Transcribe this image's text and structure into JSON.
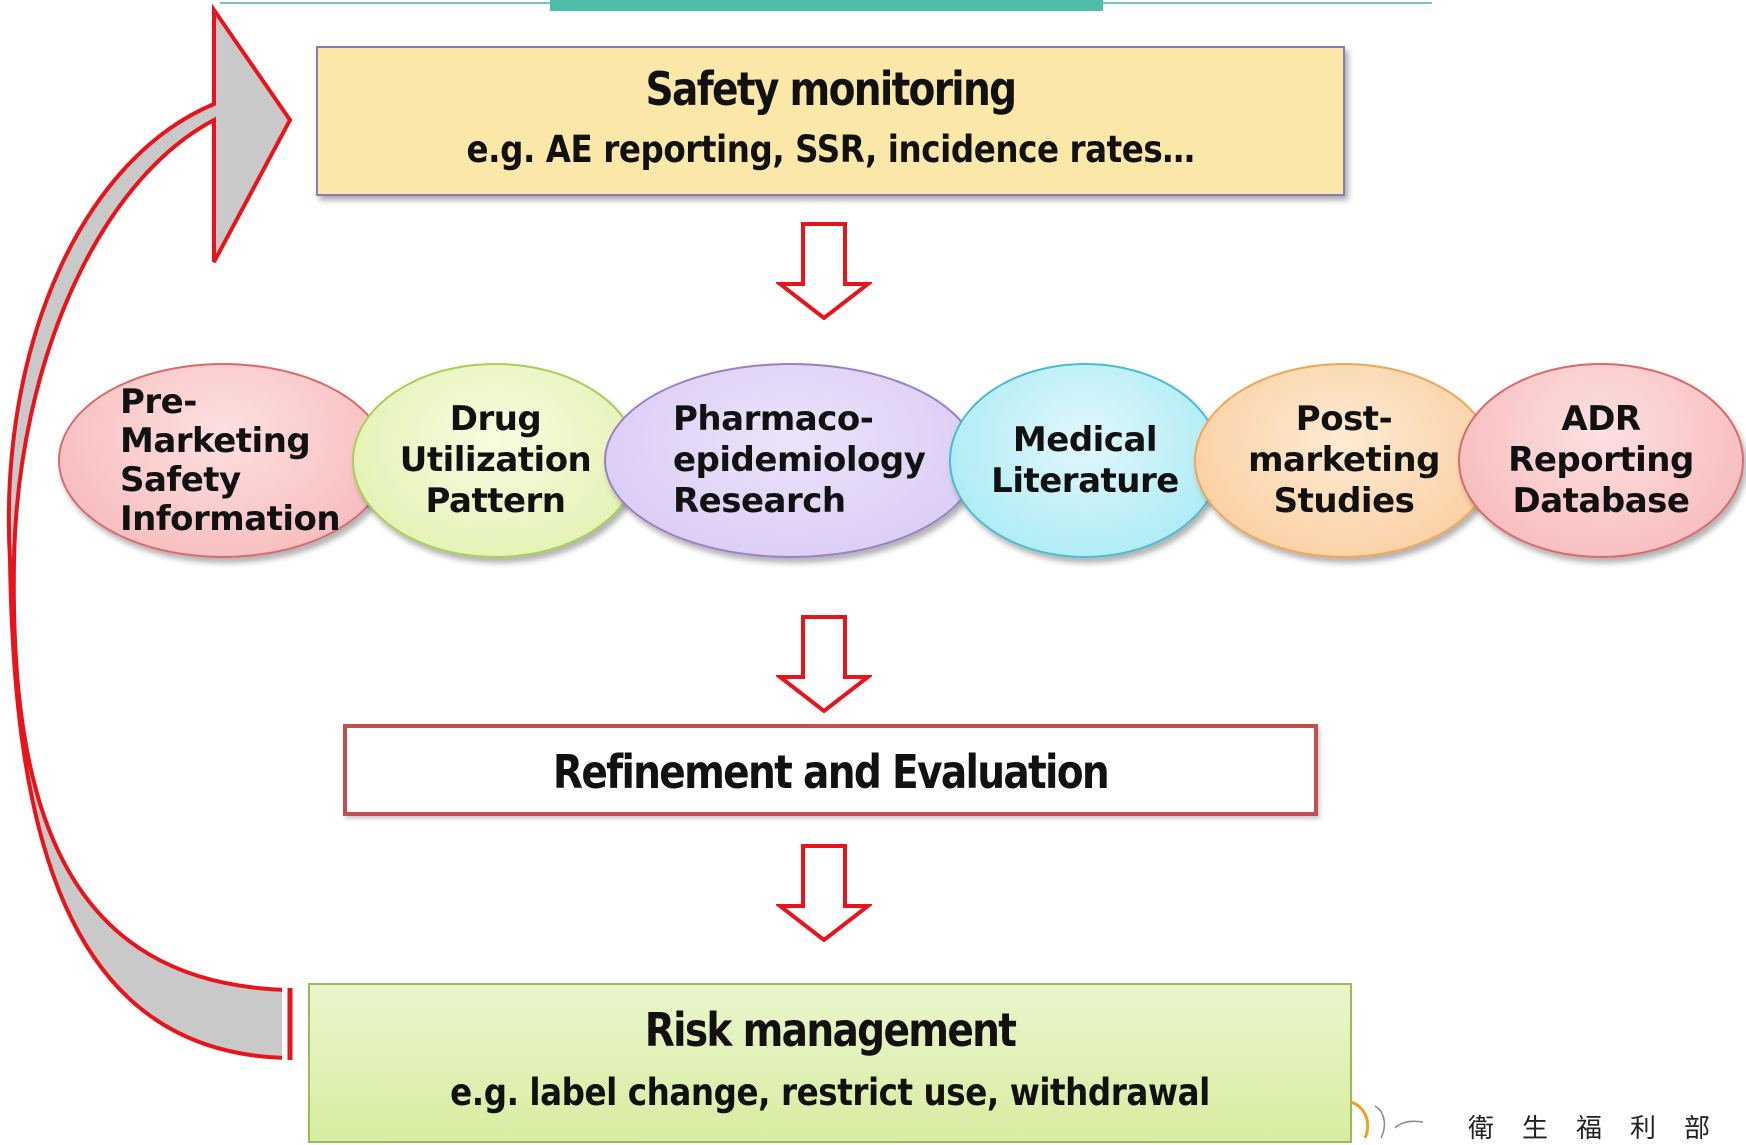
{
  "header": {
    "line_color": "#74c7b8",
    "bar_color": "#4dbfa9"
  },
  "safety_monitoring": {
    "title": "Safety monitoring",
    "subtitle": "e.g. AE reporting, SSR, incidence rates…"
  },
  "sources": [
    {
      "label": "Pre-\nMarketing\nSafety\nInformation",
      "color": "#f6b3b5"
    },
    {
      "label": "Drug\nUtilization\nPattern",
      "color": "#dcf0a8"
    },
    {
      "label": "Pharmaco-\nepidemiology\nResearch",
      "color": "#d6c6f3"
    },
    {
      "label": "Medical\nLiterature",
      "color": "#9fe8f3"
    },
    {
      "label": "Post-\nmarketing\nStudies",
      "color": "#fbc896"
    },
    {
      "label": "ADR\nReporting\nDatabase",
      "color": "#f6b3b5"
    }
  ],
  "refinement": {
    "title": "Refinement and Evaluation"
  },
  "risk_management": {
    "title": "Risk management",
    "subtitle": "e.g. label change, restrict use, withdrawal"
  },
  "footer": {
    "agency": "衛生福利部"
  },
  "colors": {
    "arrow_stroke": "#e8141b",
    "feedback_fill": "#c9c9c9"
  }
}
